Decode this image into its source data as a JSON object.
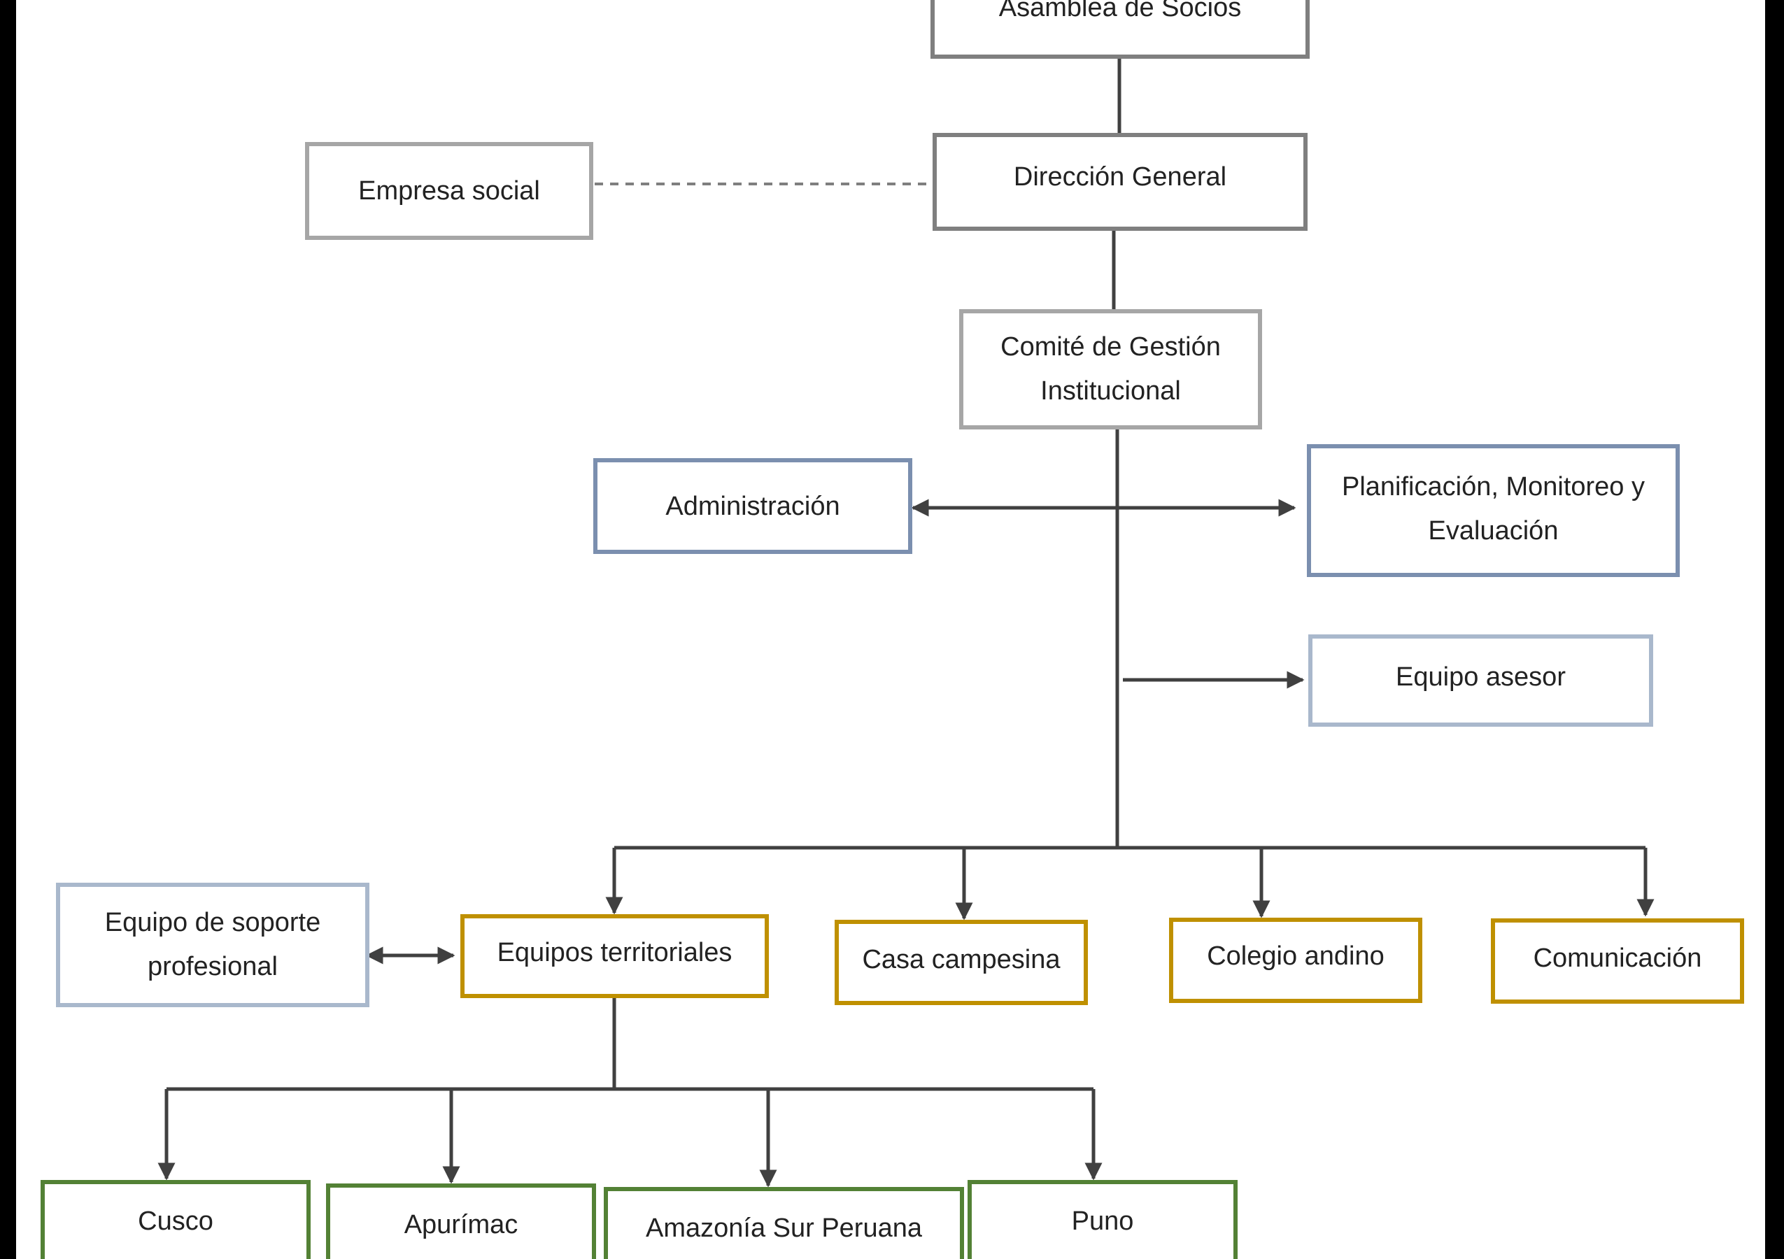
{
  "diagram": {
    "colors": {
      "frame": "#000000",
      "background": "#ffffff",
      "connector": "#404040",
      "border_dark_gray": "#7f7f7f",
      "border_light_gray": "#a6a6a6",
      "border_steel_blue": "#7b8faf",
      "border_pale_blue": "#a9b8cc",
      "border_gold": "#bf9000",
      "border_green": "#538135"
    },
    "nodes": {
      "asamblea": "Asamblea de Socios",
      "empresa_social": "Empresa social",
      "direccion_general": "Dirección General",
      "comite": [
        "Comité de Gestión",
        "Institucional"
      ],
      "administracion": "Administración",
      "planificacion": [
        "Planificación, Monitoreo y",
        "Evaluación"
      ],
      "equipo_asesor": "Equipo asesor",
      "equipo_soporte": [
        "Equipo de soporte",
        "profesional"
      ],
      "equipos_territoriales": "Equipos territoriales",
      "casa_campesina": "Casa campesina",
      "colegio_andino": "Colegio andino",
      "comunicacion": "Comunicación",
      "cusco": "Cusco",
      "apurimac": "Apurímac",
      "amazonia": "Amazonía Sur Peruana",
      "puno": "Puno"
    }
  }
}
